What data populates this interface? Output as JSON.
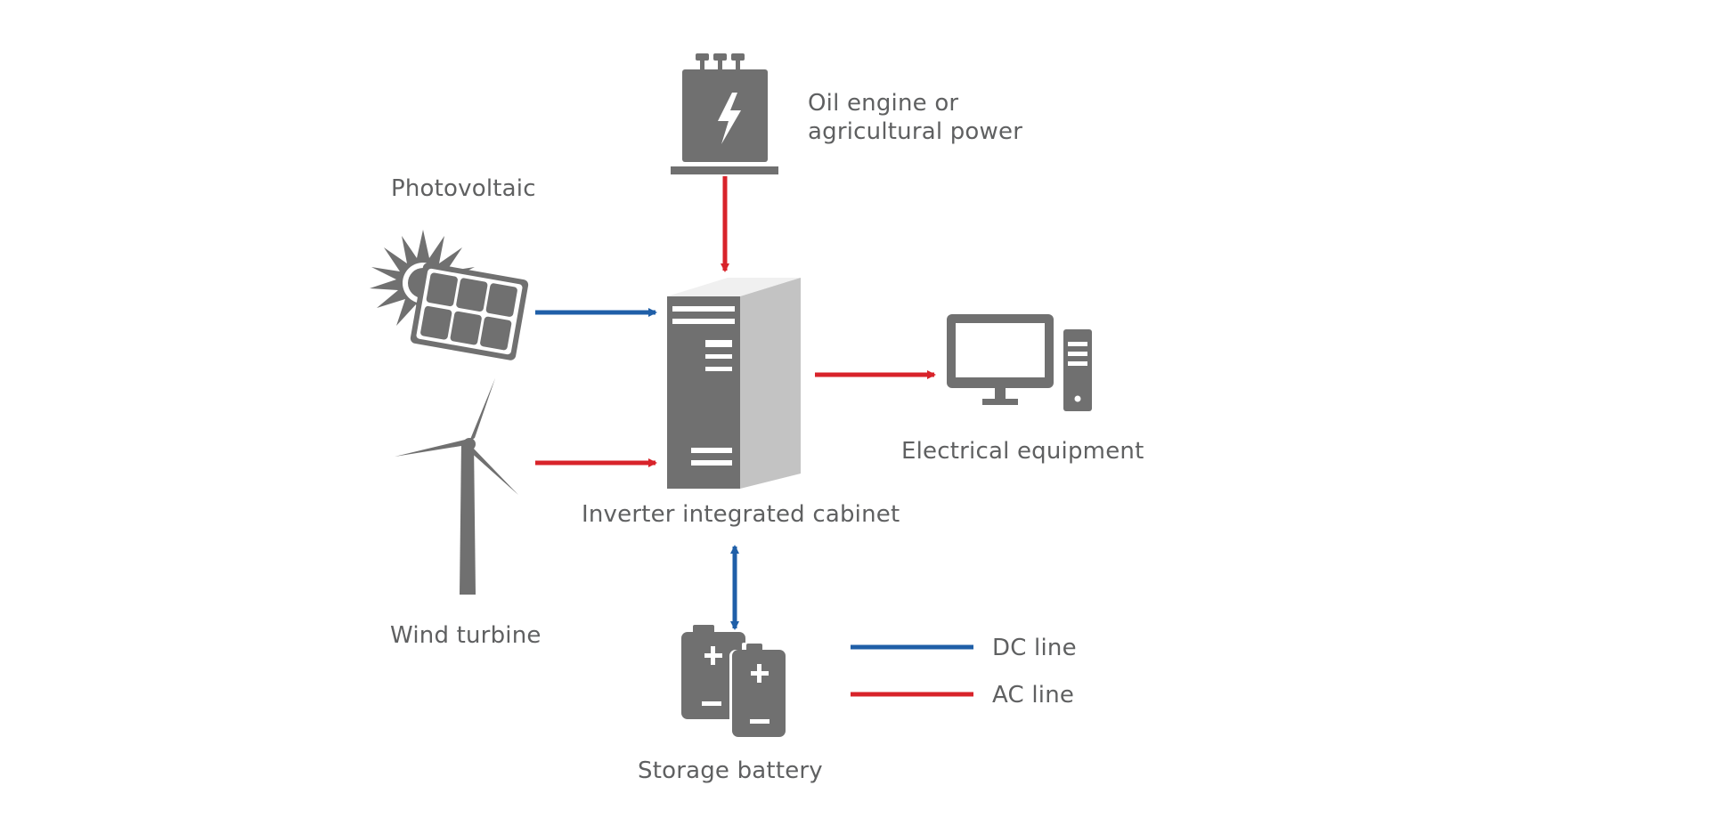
{
  "colors": {
    "icon": "#707070",
    "text": "#5f6061",
    "dc_line": "#1f5fa8",
    "ac_line": "#d8232a",
    "cabinet_side": "#c3c3c3",
    "background": "#ffffff"
  },
  "nodes": {
    "oil_engine": {
      "label_line1": "Oil engine or",
      "label_line2": "agricultural power",
      "icon": "generator-icon"
    },
    "photovoltaic": {
      "label": "Photovoltaic",
      "icon": "solar-panel-icon"
    },
    "wind_turbine": {
      "label": "Wind turbine",
      "icon": "wind-turbine-icon"
    },
    "inverter_cabinet": {
      "label": "Inverter integrated cabinet",
      "icon": "server-cabinet-icon"
    },
    "electrical_equipment": {
      "label": "Electrical equipment",
      "icon": "desktop-computer-icon"
    },
    "storage_battery": {
      "label": "Storage battery",
      "icon": "battery-icon"
    }
  },
  "legend": {
    "dc": {
      "label": "DC line",
      "line": "dc"
    },
    "ac": {
      "label": "AC line",
      "line": "ac"
    }
  },
  "connections": [
    {
      "from": "oil_engine",
      "to": "inverter_cabinet",
      "line": "ac",
      "direction": "one-way"
    },
    {
      "from": "photovoltaic",
      "to": "inverter_cabinet",
      "line": "dc",
      "direction": "one-way"
    },
    {
      "from": "wind_turbine",
      "to": "inverter_cabinet",
      "line": "ac",
      "direction": "one-way"
    },
    {
      "from": "inverter_cabinet",
      "to": "electrical_equipment",
      "line": "ac",
      "direction": "one-way"
    },
    {
      "from": "inverter_cabinet",
      "to": "storage_battery",
      "line": "dc",
      "direction": "two-way"
    }
  ]
}
